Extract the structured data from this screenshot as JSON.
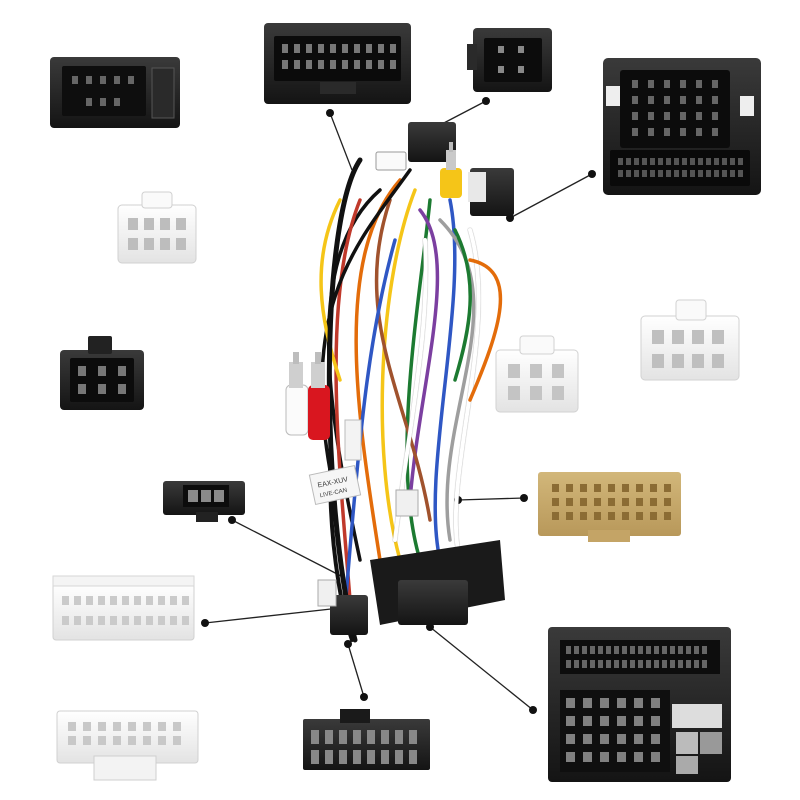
{
  "image": {
    "background": "#ffffff"
  },
  "harness": {
    "labels": [
      {
        "id": "label-left",
        "text": "EAX-XUV",
        "sub": "LIVE-CAN"
      },
      {
        "id": "label-top",
        "text": "",
        "sub": ""
      }
    ],
    "rca": {
      "colors": [
        "#ffffff",
        "#d9161f"
      ],
      "yellow": "#f5c518"
    },
    "wire_colors": [
      "#111111",
      "#e36c0a",
      "#f5c518",
      "#1c7a31",
      "#2f57c4",
      "#ffffff",
      "#7b3fa0",
      "#a0522d",
      "#c0392b",
      "#9e9e9e"
    ]
  },
  "connectors": [
    {
      "id": "black-16pin-topleft",
      "color": "black"
    },
    {
      "id": "black-20pin-topcenter",
      "color": "black"
    },
    {
      "id": "black-4pin-topright",
      "color": "black"
    },
    {
      "id": "black-quadlock-right",
      "color": "black"
    },
    {
      "id": "white-8pin-left",
      "color": "white"
    },
    {
      "id": "black-6pin-left",
      "color": "black"
    },
    {
      "id": "white-6pin-center",
      "color": "white"
    },
    {
      "id": "white-8pin-right",
      "color": "white"
    },
    {
      "id": "black-3pin-left",
      "color": "black"
    },
    {
      "id": "tan-24pin-right",
      "color": "tan"
    },
    {
      "id": "white-22pin-left",
      "color": "white"
    },
    {
      "id": "white-16pin-bottomleft",
      "color": "white"
    },
    {
      "id": "black-16pin-iso-bottom",
      "color": "black"
    },
    {
      "id": "black-quadlock-bottomright",
      "color": "black"
    }
  ]
}
